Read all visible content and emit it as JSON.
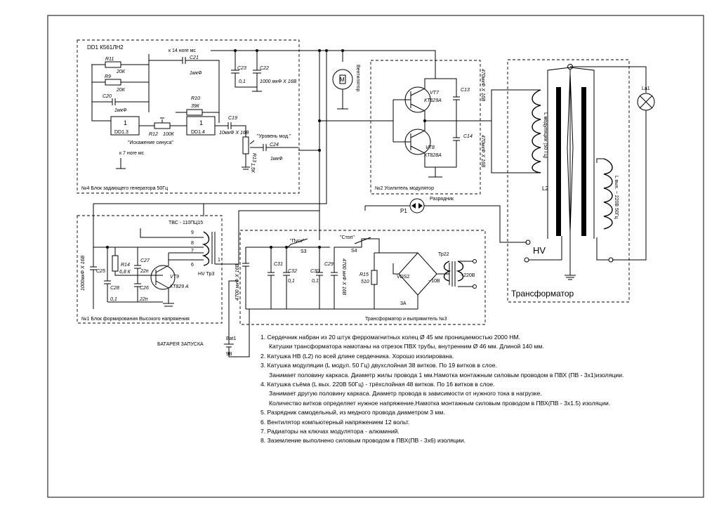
{
  "blocks": {
    "b4_chip": "DD1 К561ЛН2",
    "b4_title": "№4   Блок задающего генератора 50Гц",
    "b2_title": "№2   Усилитель модулятор",
    "b1_title": "№1     Блок формирования Высокого напряжения",
    "b3_title": "Трансформатор и выпрямитель   №3",
    "transformer": "Трансформатор"
  },
  "labels": {
    "pin14": "к 14 ноге мс",
    "pin7": "к 7 ноге мс",
    "sine": "\"Искажение синуса\"",
    "mod_level": "\"Уровень мод.\"",
    "fan": "Вентилятор",
    "spark": "Разрядник",
    "tvs": "ТВС - 110ПЦ15",
    "hv_tr": "HV Тр3",
    "start": "\"Пуск\"",
    "stop": "\"Стоп\"",
    "battery": "БАТАРЕЯ ЗАПУСКА",
    "hv": "HV",
    "l_mod": "L модуляции (50 Гц)",
    "l_out": "L вых. ~ 220В 50Гц",
    "ac10": "~10В",
    "ac220": "~220В",
    "amp3": "3А"
  },
  "parts": {
    "dd13": "DD1.3",
    "dd14": "DD1.4",
    "one": "1",
    "r11": "R11",
    "r11v": "20К",
    "r9": "R9",
    "r9v": "20К",
    "c20": "C20",
    "c20v": "1мкФ",
    "c21": "C21",
    "c21v": "1мкФ",
    "r10": "R10",
    "r10v": "39К",
    "r12": "R12",
    "r12v": "100К",
    "c19": "C19",
    "c19v": "10мкФ Х 16В",
    "r13": "R13",
    "r13v": "1,5К",
    "c24": "C24",
    "c24v": "1мкФ",
    "c23": "C23",
    "c23v": "0,1",
    "c22": "C22",
    "c22v": "1000 мкФ Х 16В",
    "m": "M",
    "vt7": "VT7",
    "vt7v": "КТ829А",
    "vt8": "VT8",
    "vt8v": "КТ828А",
    "c13": "C13",
    "c13v": "470мкФ Х 16В",
    "c14": "C14",
    "c14v": "470мкФ Х 16В",
    "l2": "L2",
    "la1": "La1",
    "p1": "P1",
    "c25": "C25",
    "c25v": "1000мкФ Х 16В",
    "c28": "C28",
    "c28v": "0,1",
    "r14": "R14",
    "r14v": "6,8 К",
    "c27": "C27",
    "c27v": "22п",
    "c26": "C26",
    "c26v": "22п",
    "vt9": "VT9",
    "vt9v": "КТ829 А",
    "p9": "9",
    "p8": "8",
    "p7": "7",
    "p6": "6",
    "p1n": "1",
    "c31": "C31",
    "c31v": "4700 мкФ Х 16В",
    "c32": "C32",
    "c32v": "0,1",
    "c30": "C30",
    "c30v": "0,1",
    "c29": "C29",
    "c29v": "4700 мкФ Х 16В",
    "s3": "S3",
    "s4": "S4",
    "r15": "R15",
    "r15v": "510",
    "vds2": "VDS2",
    "tr22": "Тр22",
    "bat1": "Bat1",
    "bat1v": "9В"
  },
  "notes": [
    "1. Сердечник набран из 20 штук ферромагнитных колец Ø 45 мм проницаемостью 2000 НМ.",
    "Катушки трансформатора намотаны на отрезок ПВХ трубы, внутренним Ø 46 мм. Длиной 140 мм.",
    "2. Катушка НВ (L2) по всей длине сердечника. Хорошо изолирована.",
    "3. Катушка модуляции (L модул. 50 Гц) двухслойная 38 витков. По 19 витков в слое.",
    "Занимает половину каркаса.  Диаметр жилы провода 1 мм.Намотка монтажным силовым проводом в ПВХ (ПВ - 3х1)изоляции.",
    "4. Катушка съёма (L вых. 220В 50Гц) - трёхслойная 48 витков. По 16 витков в слое.",
    "Занимает другую половину каркаса. Диаметр провода в зависимости от нужного тока в нагрузке.",
    "Количество витков определяет нужное напряжение.Намотка монтажным силовым проводом в ПВХ(ПВ - 3х1.5) изоляции.",
    "5. Разрядник самодельный, из медного провода диаметром 3 мм.",
    "6. Вентилятор компьютерный напряжением 12 вольт.",
    "7. Радиаторы на ключах модулятора - алюминий.",
    "8. Заземление выполнено силовым проводом в ПВХ(ПВ - 3х6) изоляции."
  ]
}
